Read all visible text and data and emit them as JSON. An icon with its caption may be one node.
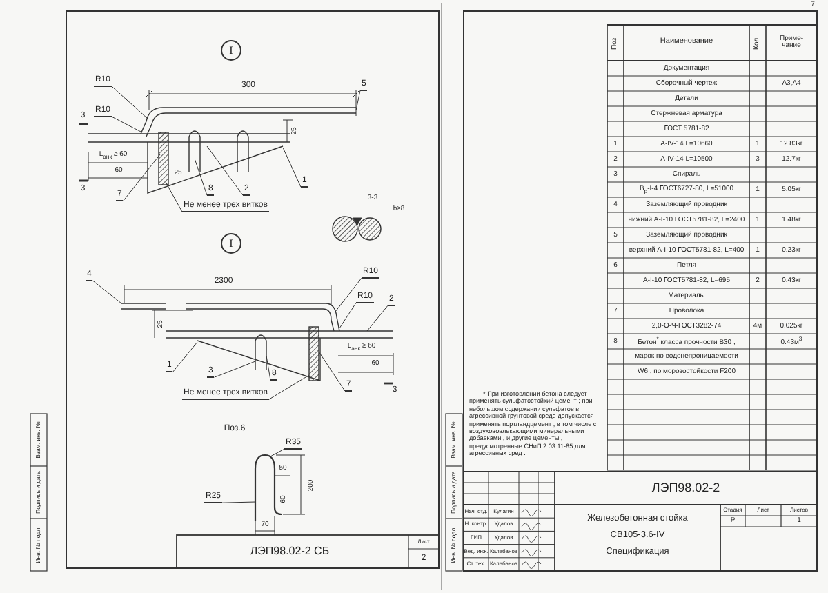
{
  "diagram": {
    "nodes": [
      {
        "text": [
          "I"
        ]
      },
      {
        "text": [
          "R10"
        ]
      },
      {
        "text": [
          "R10"
        ]
      },
      {
        "text": [
          "5"
        ]
      },
      {
        "text": [
          "7"
        ]
      },
      {
        "text": [
          "8"
        ]
      },
      {
        "text": [
          "2"
        ]
      },
      {
        "text": [
          "1"
        ]
      },
      {
        "text": [
          "Не менее трех витков"
        ]
      },
      {
        "text": [
          "I"
        ]
      },
      {
        "text": [
          "4"
        ]
      },
      {
        "text": [
          "R10"
        ]
      },
      {
        "text": [
          "R10"
        ]
      },
      {
        "text": [
          "2"
        ]
      },
      {
        "text": [
          "1"
        ]
      },
      {
        "text": [
          "3"
        ]
      },
      {
        "text": [
          "8"
        ]
      },
      {
        "text": [
          "Не менее трех витков"
        ]
      },
      {
        "text": [
          "7"
        ]
      },
      {
        "text": [
          "R35"
        ]
      },
      {
        "text": [
          "R25"
        ]
      }
    ],
    "edges": [
      {
        "from": 1,
        "to": null,
        "arrow": "none"
      },
      {
        "from": 2,
        "to": null,
        "arrow": "none"
      },
      {
        "from": 3,
        "to": null,
        "arrow": "none"
      },
      {
        "from": 4,
        "to": null,
        "arrow": "none"
      },
      {
        "from": 5,
        "to": null,
        "arrow": "none"
      },
      {
        "from": 6,
        "to": null,
        "arrow": "none"
      },
      {
        "from": 7,
        "to": null,
        "arrow": "none"
      },
      {
        "from": 8,
        "to": null,
        "arrow": "none"
      },
      {
        "from": 10,
        "to": null,
        "arrow": "none"
      },
      {
        "from": 11,
        "to": null,
        "arrow": "none"
      },
      {
        "from": 12,
        "to": null,
        "arrow": "none"
      },
      {
        "from": 13,
        "to": null,
        "arrow": "none"
      },
      {
        "from": 14,
        "to": null,
        "arrow": "none"
      },
      {
        "from": 15,
        "to": null,
        "arrow": "none"
      },
      {
        "from": 16,
        "to": null,
        "arrow": "none"
      },
      {
        "from": 17,
        "to": null,
        "arrow": "none"
      },
      {
        "from": 18,
        "to": null,
        "arrow": "none"
      },
      {
        "from": 19,
        "to": null,
        "arrow": "none"
      },
      {
        "from": 20,
        "to": null,
        "arrow": "none"
      }
    ],
    "labels": [
      "3",
      "300",
      "25",
      "L$_{анк}$ ≥ 60",
      "60",
      "25",
      "3",
      "3-3",
      "b≥8",
      "2300",
      "25",
      "L$_{анк}$ ≥ 60",
      "60",
      "3",
      "Поз.6",
      "50",
      "200",
      "60",
      "70",
      "ЛЭП98.02-2 СБ",
      "Лист",
      "2",
      "Взам. инв. №",
      "Подпись и дата",
      "Инв. № подл.",
      "7",
      "Взам. инв. №",
      "Подпись и дата",
      "Инв. № подл.",
      "Поз.",
      "Наименование",
      "Кол.",
      "Приме-чание",
      "Документация",
      "Сборочный чертеж",
      "A3,A4",
      "Детали",
      "Стержневая арматура",
      "ГОСТ 5781-82",
      "1",
      "A-IV-14 L=10660",
      "1",
      "12.83кг",
      "2",
      "A-IV-14 L=10500",
      "3",
      "12.7кг",
      "3",
      "Спираль",
      "В$_{р}$-I-4 ГОСТ6727-80, L=51000",
      "1",
      "5.05кг",
      "4",
      "Заземляющий проводник",
      "нижний A-I-10 ГОСТ5781-82, L=2400",
      "1",
      "1.48кг",
      "5",
      "Заземляющий проводник",
      "верхний A-I-10 ГОСТ5781-82, L=400",
      "1",
      "0.23кг",
      "6",
      "Петля",
      "A-I-10 ГОСТ5781-82, L=695",
      "2",
      "0.43кг",
      "Материалы",
      "7",
      "Проволока",
      "2,0-O-Ч-ГОСТ3282-74",
      "4м",
      "0.025кг",
      "8",
      "Бетон$^{*}$ класса прочности B30 ,",
      "0.43м$^{3}$",
      "марок по водонепроницаемости",
      "W6 , по морозостойкости F200",
      "* При изготовлении бетона следует применять сульфатостойкий цемент ; при небольшом содержании сульфатов в агрессивной грунтовой среде допускается применять портландцемент , в том числе с воздухововлекающими минеральными добавками , и другие цементы , предусмотренные СНиП 2.03.11-85 для агрессивных сред .",
      "ЛЭП98.02-2",
      "Нач. отд.",
      "Кулагин",
      "Н. контр.",
      "Удалов",
      "ГИП",
      "Удалов",
      "Вед. инж.",
      "Калабанов",
      "Ст. тех.",
      "Калабанов",
      "Железобетонная стойка",
      "СВ105-3.6-IV",
      "Спецификация",
      "Стадия",
      "Лист",
      "Листов",
      "Р",
      "1"
    ]
  }
}
